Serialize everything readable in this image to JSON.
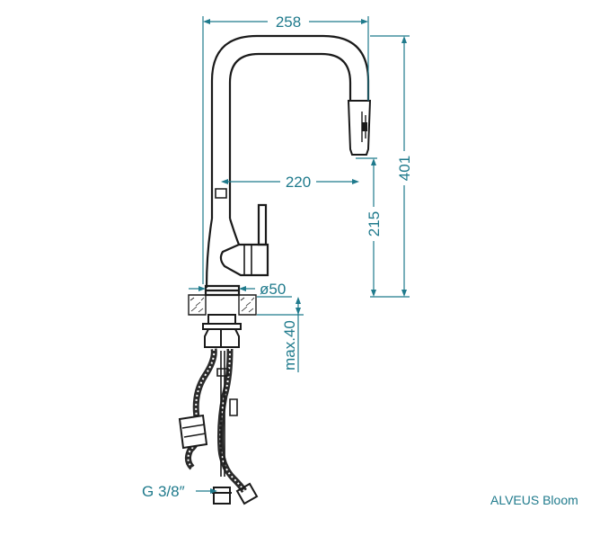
{
  "dimensions": {
    "width_top": "258",
    "reach": "220",
    "height_total": "401",
    "height_spout": "215",
    "base_diameter": "ø50",
    "max_thickness": "max.40",
    "connection": "G 3/8″"
  },
  "brand": {
    "label": "ALVEUS Bloom"
  },
  "colors": {
    "dimension": "#1f7a8c",
    "drawing": "#1a1a1a",
    "background": "#ffffff"
  }
}
